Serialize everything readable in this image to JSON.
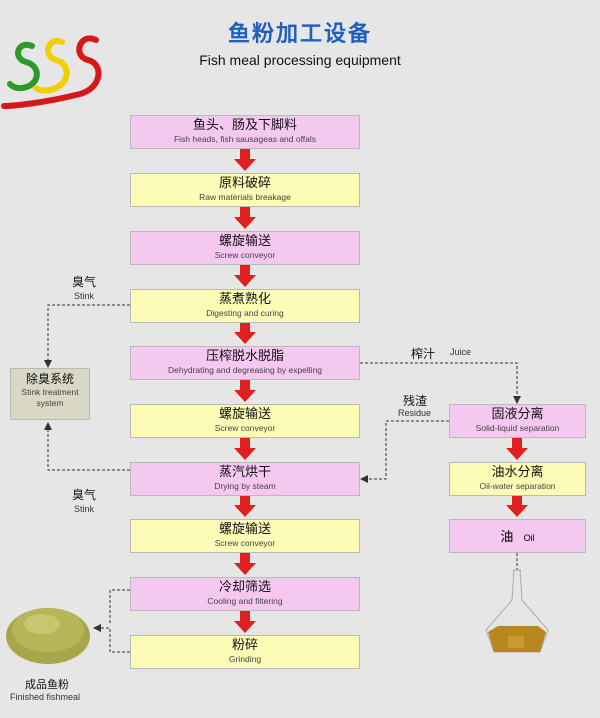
{
  "title": {
    "cn": "鱼粉加工设备",
    "en": "Fish meal processing equipment"
  },
  "logo": {
    "text": "SSS"
  },
  "main_steps": [
    {
      "cn": "鱼头、肠及下脚料",
      "en": "Fish heads, fish sausageas and offals"
    },
    {
      "cn": "原料破碎",
      "en": "Raw materials breakage"
    },
    {
      "cn": "螺旋输送",
      "en": "Screw conveyor"
    },
    {
      "cn": "蒸煮熟化",
      "en": "Digesting and curing"
    },
    {
      "cn": "压榨脱水脱脂",
      "en": "Dehydrating and degreasing by expelling"
    },
    {
      "cn": "螺旋输送",
      "en": "Screw conveyor"
    },
    {
      "cn": "蒸汽烘干",
      "en": "Drying by steam"
    },
    {
      "cn": "螺旋输送",
      "en": "Screw conveyor"
    },
    {
      "cn": "冷却筛选",
      "en": "Cooling and filtering"
    },
    {
      "cn": "粉碎",
      "en": "Grinding"
    }
  ],
  "right_steps": [
    {
      "cn": "固液分离",
      "en": "Solid-liquid separation"
    },
    {
      "cn": "油水分离",
      "en": "Oil-water separation"
    },
    {
      "cn": "油",
      "en": "Oil"
    }
  ],
  "deodorizer": {
    "cn": "除臭系统",
    "en": "Stink treatment system"
  },
  "labels": {
    "stink_top_cn": "臭气",
    "stink_top_en": "Stink",
    "stink_bottom_cn": "臭气",
    "stink_bottom_en": "Stink",
    "juice_cn": "榨汁",
    "juice_en": "Juice",
    "residue_cn": "残渣",
    "residue_en": "Residue",
    "product_cn": "成品鱼粉",
    "product_en": "Finished fishmeal"
  },
  "colors": {
    "title": "#1f5fbf",
    "pink_box": "#f5c8f0",
    "yellow_box": "#fcfcb6",
    "arrow": "#e02020",
    "logo_red": "#d81818",
    "logo_green": "#2a9a2a",
    "logo_yellow": "#f0d000"
  }
}
